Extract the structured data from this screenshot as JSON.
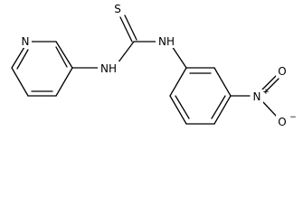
{
  "molecule": {
    "atoms": {
      "pyridine_n": "N",
      "thio_s": "S",
      "nh_left": "NH",
      "nh_right": "NH",
      "nitro_n": "N",
      "nitro_n_charge": "+",
      "nitro_o_top": "O",
      "nitro_o_bottom": "O",
      "nitro_o_charge": "−"
    }
  }
}
